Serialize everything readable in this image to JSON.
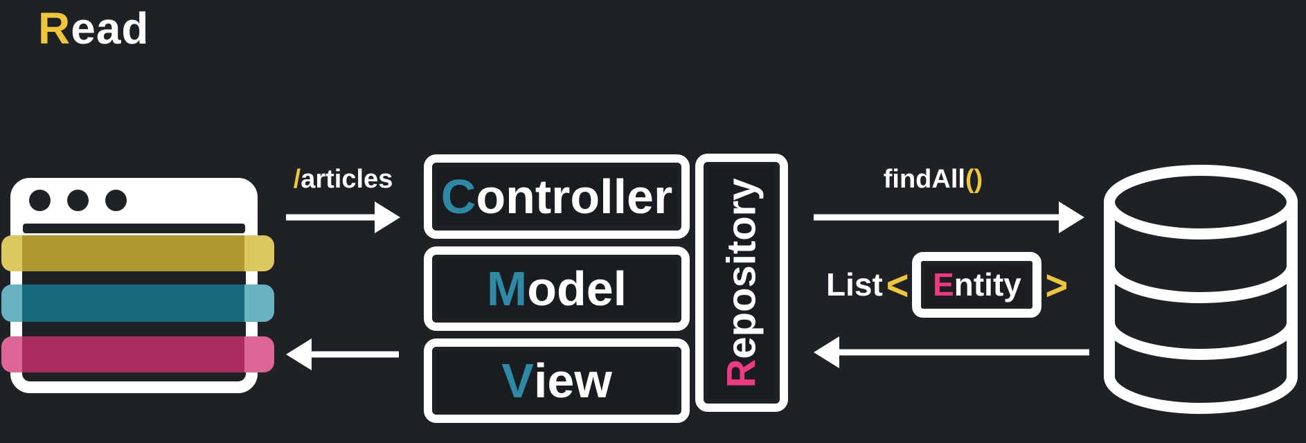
{
  "title": {
    "accent": "R",
    "rest": "ead"
  },
  "labels": {
    "request": {
      "accent": "/",
      "text": "articles"
    },
    "query": {
      "text": "findAll",
      "accent": "()"
    },
    "response": {
      "list": "List",
      "open_bracket": "<",
      "close_bracket": ">"
    }
  },
  "boxes": {
    "controller": {
      "accent": "C",
      "rest": "ontroller"
    },
    "model": {
      "accent": "M",
      "rest": "odel"
    },
    "view": {
      "accent": "V",
      "rest": "iew"
    },
    "repository": {
      "accent": "R",
      "rest": "epository"
    },
    "entity": {
      "accent": "E",
      "rest": "ntity"
    }
  },
  "icons": {
    "browser": "browser-window-icon",
    "database": "database-cylinder-icon",
    "arrows": [
      "request-arrow",
      "query-arrow",
      "response-arrow",
      "render-arrow"
    ]
  },
  "colors": {
    "background": "#1e2126",
    "accent_yellow": "#efc63c",
    "accent_teal": "#2e8aa4",
    "accent_pink": "#ee3b7f",
    "bar_yellow": "#b0982f",
    "bar_yellow_light": "#ddc75f",
    "bar_teal": "#186a7d",
    "bar_teal_light": "#68b3c1",
    "bar_pink": "#a82c5e",
    "bar_pink_light": "#dd6697"
  }
}
